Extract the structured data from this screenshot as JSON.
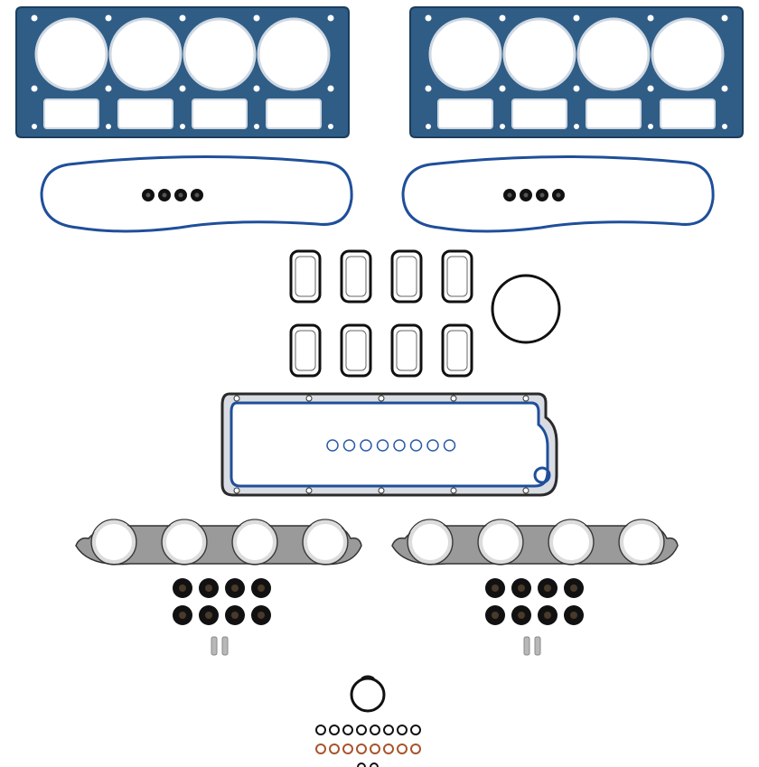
{
  "colors": {
    "background": "#ffffff",
    "head_gasket_fill": "#2f5d86",
    "head_gasket_edge": "#1c3d5c",
    "blue_seal": "#1f4f9a",
    "black_rubber": "#111111",
    "graphite_gray": "#9a9a9a",
    "graphite_edge": "#333333",
    "copper_ring": "#a8542c",
    "blue_ring": "#2a5aa8",
    "steel_sleeve": "#b8b8b8"
  },
  "parts": {
    "head_gaskets": 2,
    "cylinder_bores_per_head_gasket": 4,
    "valve_cover_gaskets": 2,
    "grommets_per_valve_cover": 4,
    "intake_port_gaskets": 8,
    "throttle_body_o_ring": 1,
    "valley_cover_gaskets": 1,
    "valley_cover_rings": 8,
    "exhaust_manifold_gaskets": 2,
    "exhaust_ports_per_gasket": 4,
    "spark_plug_boot_seals_per_side": 8,
    "locating_sleeves_per_side": 2,
    "small_o_ring": 1,
    "black_o_rings": 8,
    "copper_o_rings": 8
  }
}
